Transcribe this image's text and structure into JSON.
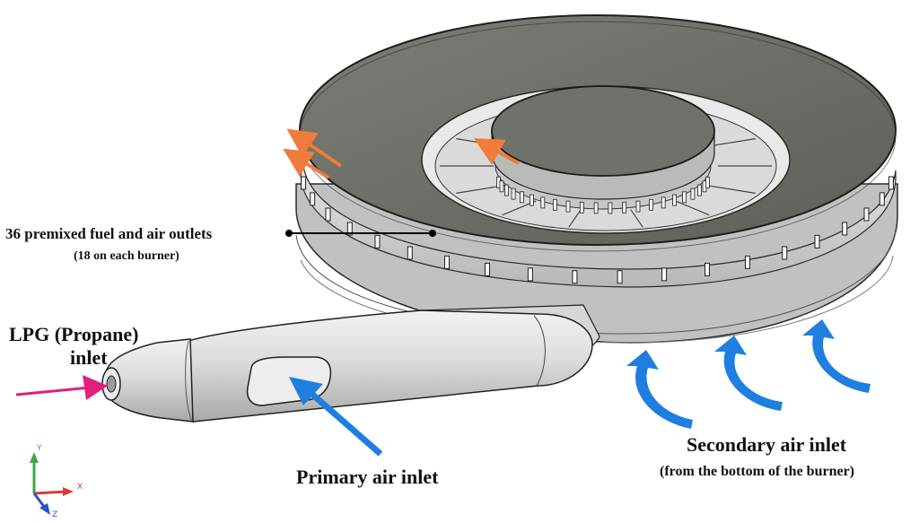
{
  "diagram": {
    "title": "LPG burner geometry with inlets and outlets",
    "labels": {
      "outlets_main": "36 premixed fuel and air outlets",
      "outlets_sub": "(18 on each burner)",
      "lpg_line1": "LPG (Propane)",
      "lpg_line2": "inlet",
      "primary_air": "Primary air inlet",
      "secondary_main": "Secondary air inlet",
      "secondary_sub": "(from the bottom of the burner)"
    },
    "axes": {
      "y": "Y",
      "x": "X",
      "z": "Z"
    },
    "colors": {
      "cap_top": "#6d7069",
      "cap_edge": "#3a3d38",
      "body_grey": "#c9ccca",
      "body_dark": "#9ea19f",
      "outlet_arrow": "#f07b3a",
      "air_arrow": "#1f7fe0",
      "lpg_arrow": "#e0207a"
    },
    "counts": {
      "total_outlets": 36,
      "outlets_per_burner": 18
    }
  }
}
